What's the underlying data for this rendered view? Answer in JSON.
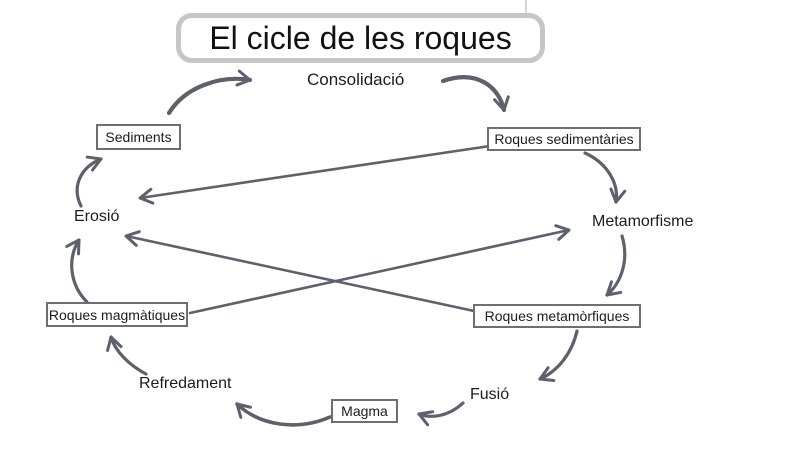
{
  "title": "El cicle de les roques",
  "colors": {
    "background": "#ffffff",
    "arrow": "#5d616b",
    "node_border": "#6d6f77",
    "title_border": "#c6c6c7",
    "text": "#1c1c1c"
  },
  "nodes": {
    "sediments": "Sediments",
    "roques_sedimentaries": "Roques sedimentàries",
    "roques_magmatiques": "Roques magmàtiques",
    "roques_metamorfiques": "Roques metamòrfiques",
    "magma": "Magma"
  },
  "process_labels": {
    "consolidacio": "Consolidació",
    "erosio": "Erosió",
    "metamorfisme": "Metamorfisme",
    "refredament": "Refredament",
    "fusio": "Fusió"
  },
  "edges": [
    {
      "from": "sediments",
      "to": "consolidacio",
      "style": "curved"
    },
    {
      "from": "consolidacio",
      "to": "roques_sedimentaries",
      "style": "curved"
    },
    {
      "from": "roques_sedimentaries",
      "to": "metamorfisme",
      "style": "curved"
    },
    {
      "from": "metamorfisme",
      "to": "roques_metamorfiques",
      "style": "curved"
    },
    {
      "from": "roques_metamorfiques",
      "to": "fusio",
      "style": "curved"
    },
    {
      "from": "fusio",
      "to": "magma",
      "style": "curved"
    },
    {
      "from": "magma",
      "to": "refredament",
      "style": "curved"
    },
    {
      "from": "refredament",
      "to": "roques_magmatiques",
      "style": "curved"
    },
    {
      "from": "roques_magmatiques",
      "to": "erosio",
      "style": "curved"
    },
    {
      "from": "erosio",
      "to": "sediments",
      "style": "curved"
    },
    {
      "from": "roques_sedimentaries",
      "to": "erosio",
      "style": "straight"
    },
    {
      "from": "roques_magmatiques",
      "to": "metamorfisme",
      "style": "straight"
    },
    {
      "from": "roques_metamorfiques",
      "to": "erosio",
      "style": "straight"
    }
  ]
}
